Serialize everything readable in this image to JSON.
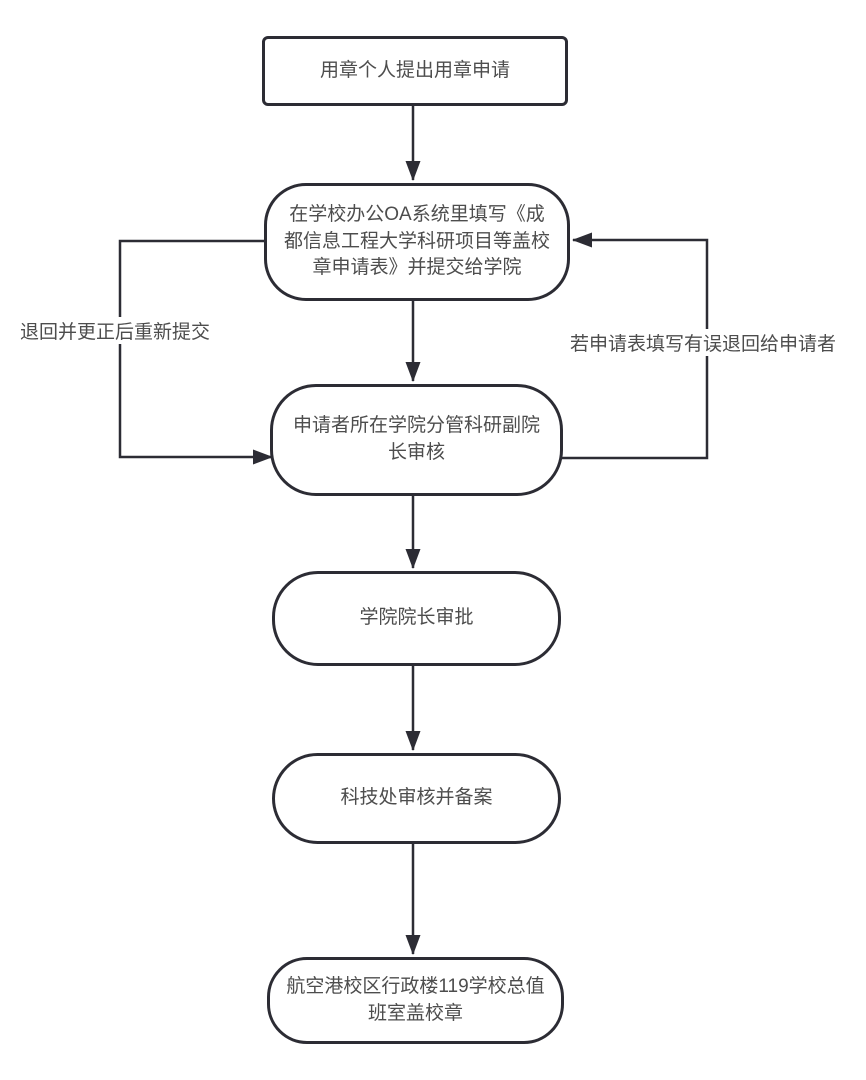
{
  "diagram": {
    "type": "flowchart",
    "colors": {
      "stroke": "#2c2c34",
      "text": "#4d4d4d",
      "background": "#ffffff"
    },
    "nodes": [
      {
        "id": "start",
        "shape": "rectangle",
        "label": "用章个人提出用章申请"
      },
      {
        "id": "fill-form",
        "shape": "rounded",
        "label": "在学校办公OA系统里填写《成\n都信息工程大学科研项目等盖校\n章申请表》并提交给学院"
      },
      {
        "id": "vice-dean-review",
        "shape": "rounded",
        "label": "申请者所在学院分管科研副院\n长审核"
      },
      {
        "id": "dean-approve",
        "shape": "rounded",
        "label": "学院院长审批"
      },
      {
        "id": "scitech-review",
        "shape": "rounded",
        "label": "科技处审核并备案"
      },
      {
        "id": "stamp",
        "shape": "rounded",
        "label": "航空港校区行政楼119学校总值\n班室盖校章"
      }
    ],
    "edges": [
      {
        "from": "start",
        "to": "fill-form",
        "label": ""
      },
      {
        "from": "fill-form",
        "to": "vice-dean-review",
        "label": ""
      },
      {
        "from": "vice-dean-review",
        "to": "dean-approve",
        "label": ""
      },
      {
        "from": "dean-approve",
        "to": "scitech-review",
        "label": ""
      },
      {
        "from": "scitech-review",
        "to": "stamp",
        "label": ""
      },
      {
        "from": "fill-form",
        "to": "vice-dean-review",
        "label": "退回并更正后重新提交",
        "side": "left-loop"
      },
      {
        "from": "vice-dean-review",
        "to": "fill-form",
        "label": "若申请表填写有误退回给申请者",
        "side": "right-loop"
      }
    ],
    "edge_labels": {
      "left": "退回并更正后重新提交",
      "right": "若申请表填写有误退回给申请者"
    }
  }
}
